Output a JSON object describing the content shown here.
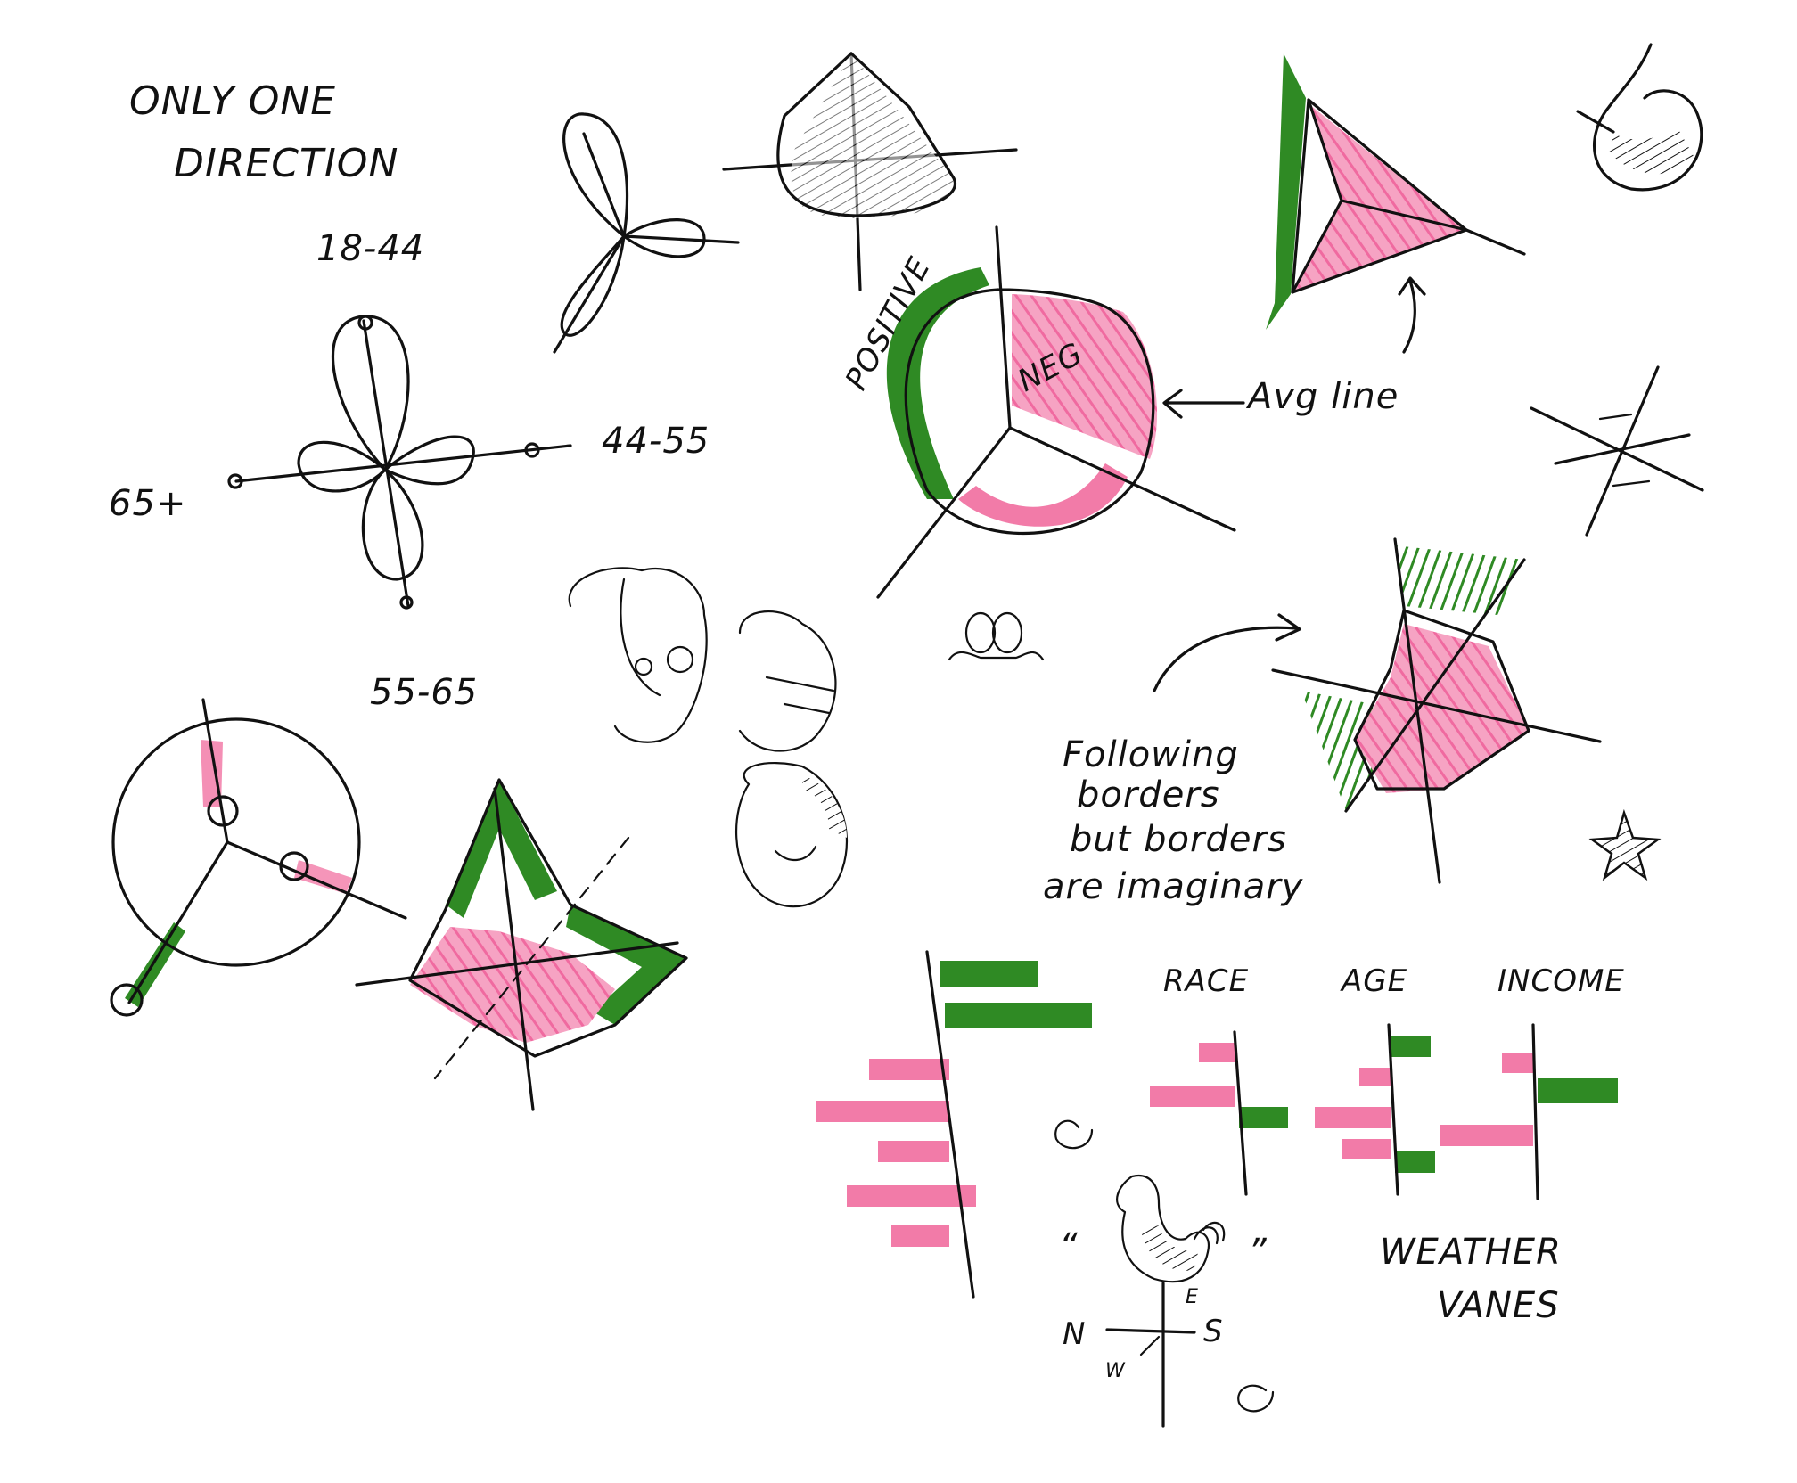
{
  "palette": {
    "ink": "#111111",
    "pink": "#f27ba8",
    "pink_light": "#f6a3c3",
    "green": "#2f8a24"
  },
  "notes": {
    "only_one": "ONLY ONE",
    "direction": "DIRECTION"
  },
  "flower": {
    "top": "18-44",
    "right": "44-55",
    "left": "65+",
    "bottom": "55-65"
  },
  "sentiment": {
    "positive": "POSITIVE",
    "neg": "NEG",
    "avg_line": "Avg line"
  },
  "borders_note": {
    "line1": "Following",
    "line2": "borders",
    "line3": "but borders",
    "line4": "are imaginary"
  },
  "bar_groups": {
    "race": "RACE",
    "age": "AGE",
    "income": "INCOME"
  },
  "weather_vane": {
    "line1": "WEATHER",
    "line2": "VANES",
    "quote_open": "“",
    "quote_close": "”",
    "north": "N",
    "east": "E",
    "south": "S",
    "west": "W"
  }
}
